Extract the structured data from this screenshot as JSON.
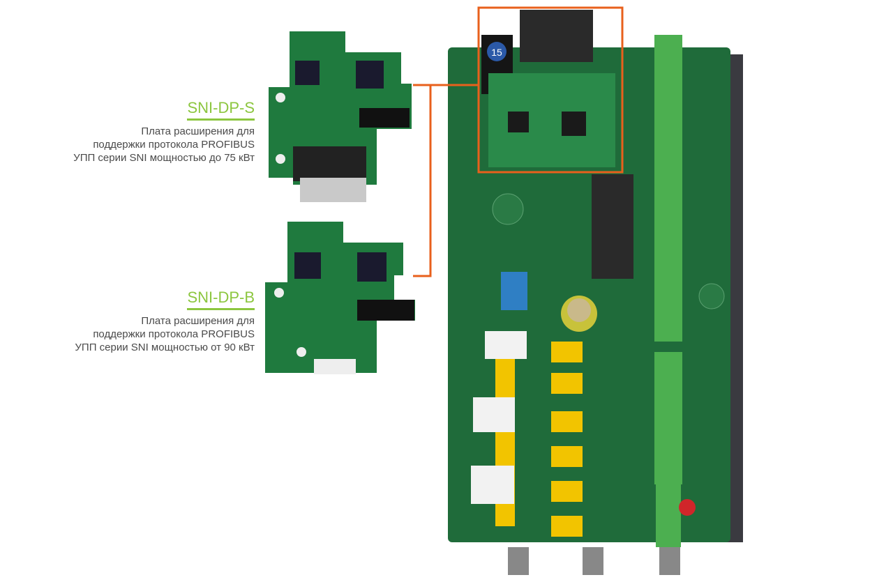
{
  "modules": [
    {
      "title": "SNI-DP-S",
      "description": [
        "Плата расширения для",
        "поддержки протокола PROFIBUS",
        "УПП серии SNI мощностью до 75 кВт"
      ]
    },
    {
      "title": "SNI-DP-B",
      "description": [
        "Плата расширения для",
        "поддержки протокола PROFIBUS",
        "УПП серии SNI мощностью от 90 кВт"
      ]
    }
  ],
  "main_board": {
    "badge": "15"
  },
  "colors": {
    "accent_green": "#8cc63f",
    "callout_orange": "#e8601c",
    "pcb_green": "#1f6b3a"
  }
}
